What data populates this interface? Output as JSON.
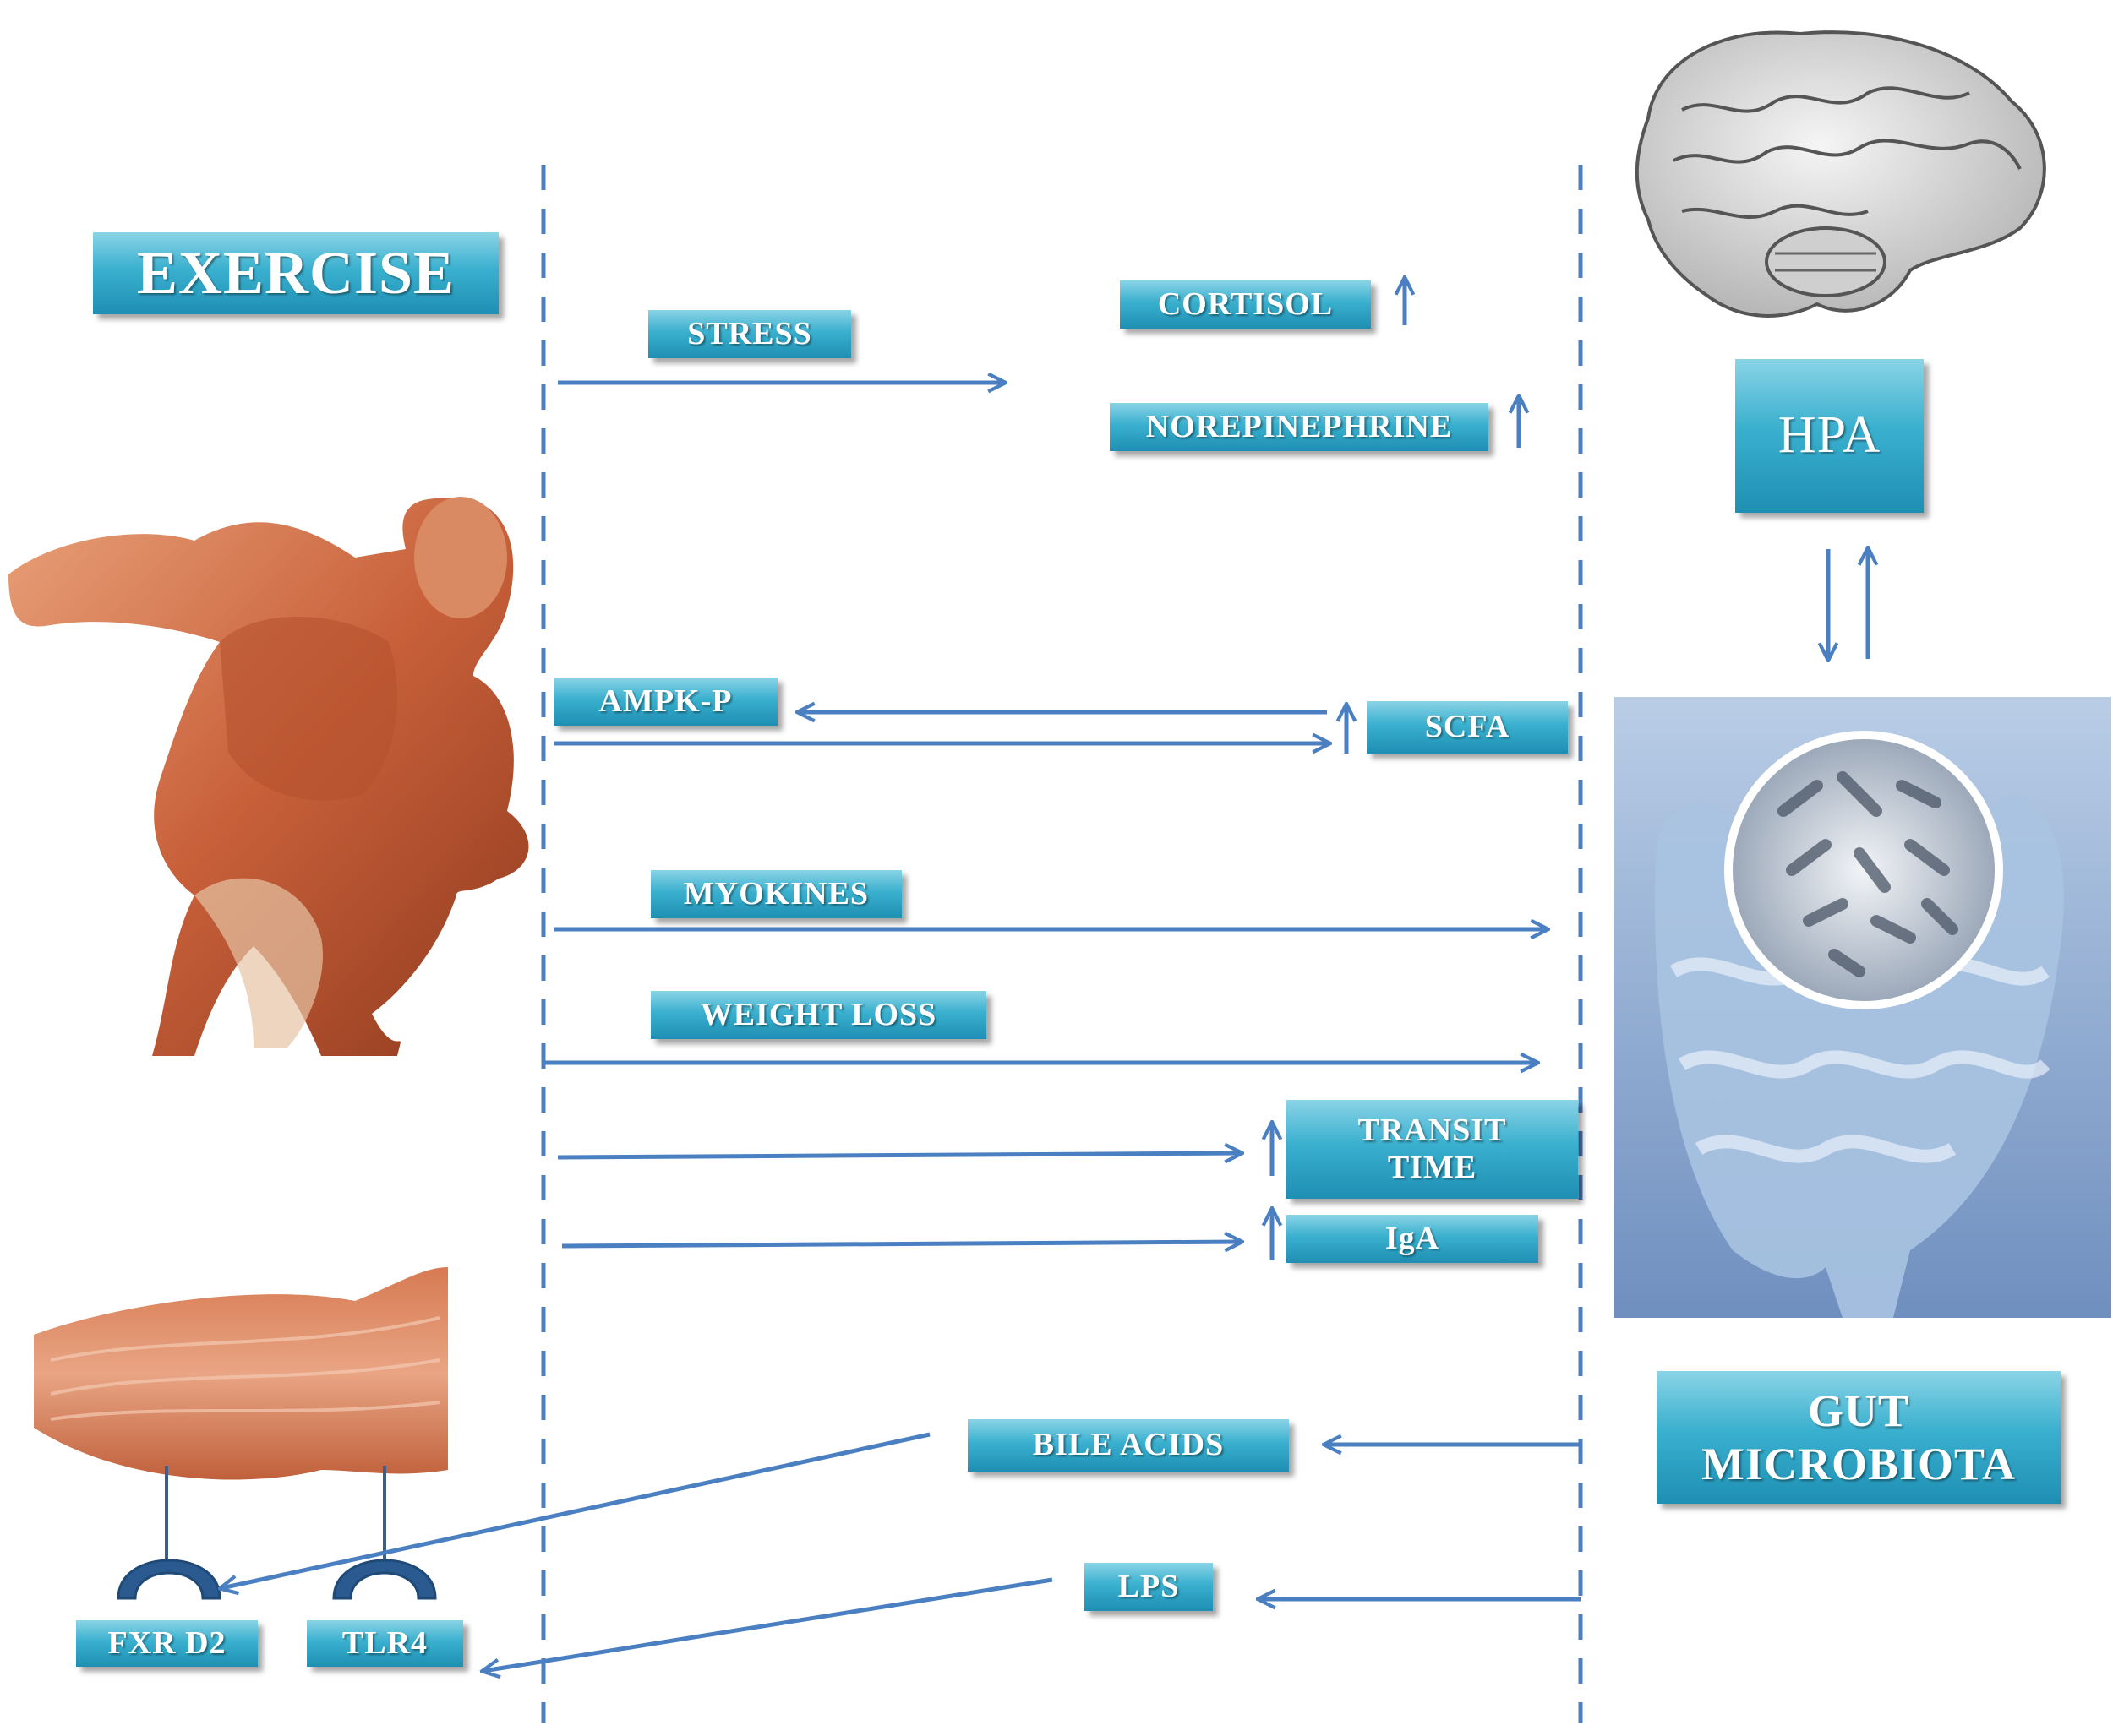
{
  "labels": {
    "exercise": "EXERCISE",
    "stress": "STRESS",
    "cortisol": "CORTISOL",
    "norepinephrine": "NOREPINEPHRINE",
    "hpa": "HPA",
    "ampk": "AMPK-P",
    "scfa": "SCFA",
    "myokines": "MYOKINES",
    "weight_loss": "WEIGHT LOSS",
    "transit_time_1": "TRANSIT",
    "transit_time_2": "TIME",
    "iga": "IgA",
    "gut_1": "GUT",
    "gut_2": "MICROBIOTA",
    "bile_acids": "BILE ACIDS",
    "lps": "LPS",
    "fxr": "FXR D2",
    "tlr4": "TLR4"
  },
  "colors": {
    "arrow": "#4a7fc1",
    "label_top": "#8ad4e6",
    "label_bottom": "#1e8fb3",
    "dashed_line": "#4a7fc1"
  },
  "icons": [
    "human-muscle-figure",
    "brain-illustration",
    "gut-microbiota-illustration",
    "muscle-tissue-illustration",
    "receptor-icon"
  ]
}
